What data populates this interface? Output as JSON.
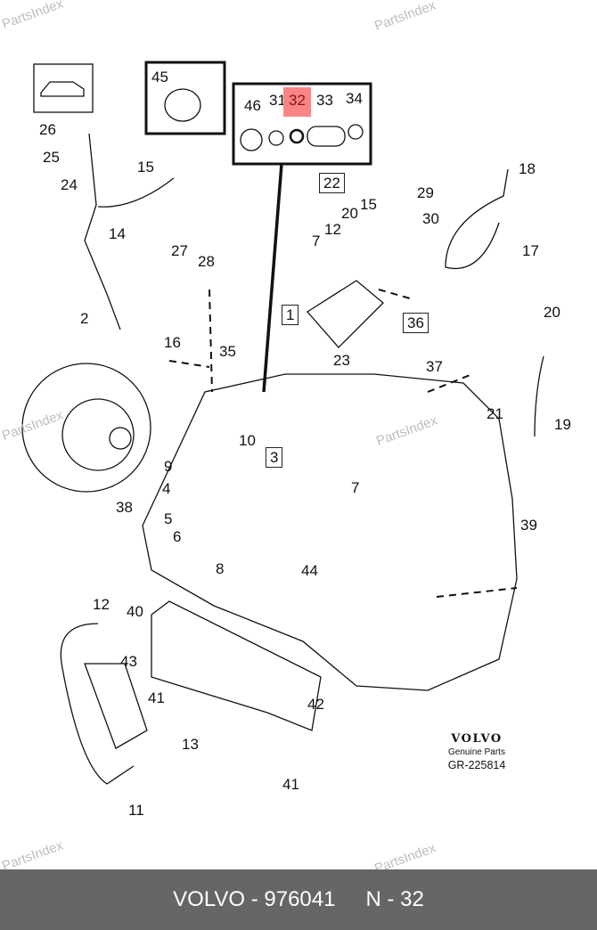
{
  "watermark": "PartsIndex",
  "diagram": {
    "highlighted_callout": "32",
    "highlight_color": "#f98585",
    "inset_car_label": "vehicle-thumbnail",
    "callouts": [
      {
        "id": "c45",
        "text": "45"
      },
      {
        "id": "c46",
        "text": "46"
      },
      {
        "id": "c31",
        "text": "31"
      },
      {
        "id": "c32",
        "text": "32"
      },
      {
        "id": "c33",
        "text": "33"
      },
      {
        "id": "c34",
        "text": "34"
      },
      {
        "id": "c26",
        "text": "26"
      },
      {
        "id": "c25",
        "text": "25"
      },
      {
        "id": "c24",
        "text": "24"
      },
      {
        "id": "c15a",
        "text": "15"
      },
      {
        "id": "c14",
        "text": "14"
      },
      {
        "id": "c22",
        "text": "22"
      },
      {
        "id": "c7a",
        "text": "7"
      },
      {
        "id": "c12a",
        "text": "12"
      },
      {
        "id": "c20a",
        "text": "20"
      },
      {
        "id": "c15b",
        "text": "15"
      },
      {
        "id": "c29",
        "text": "29"
      },
      {
        "id": "c30",
        "text": "30"
      },
      {
        "id": "c18",
        "text": "18"
      },
      {
        "id": "c17",
        "text": "17"
      },
      {
        "id": "c27",
        "text": "27"
      },
      {
        "id": "c28",
        "text": "28"
      },
      {
        "id": "c2",
        "text": "2"
      },
      {
        "id": "c16",
        "text": "16"
      },
      {
        "id": "c1",
        "text": "1"
      },
      {
        "id": "c23",
        "text": "23"
      },
      {
        "id": "c36",
        "text": "36"
      },
      {
        "id": "c37",
        "text": "37"
      },
      {
        "id": "c35",
        "text": "35"
      },
      {
        "id": "c20b",
        "text": "20"
      },
      {
        "id": "c21",
        "text": "21"
      },
      {
        "id": "c19",
        "text": "19"
      },
      {
        "id": "c10",
        "text": "10"
      },
      {
        "id": "c3",
        "text": "3"
      },
      {
        "id": "c9",
        "text": "9"
      },
      {
        "id": "c4",
        "text": "4"
      },
      {
        "id": "c5",
        "text": "5"
      },
      {
        "id": "c6",
        "text": "6"
      },
      {
        "id": "c8",
        "text": "8"
      },
      {
        "id": "c44",
        "text": "44"
      },
      {
        "id": "c7b",
        "text": "7"
      },
      {
        "id": "c38",
        "text": "38"
      },
      {
        "id": "c39",
        "text": "39"
      },
      {
        "id": "c12b",
        "text": "12"
      },
      {
        "id": "c40",
        "text": "40"
      },
      {
        "id": "c43",
        "text": "43"
      },
      {
        "id": "c41a",
        "text": "41"
      },
      {
        "id": "c13",
        "text": "13"
      },
      {
        "id": "c42",
        "text": "42"
      },
      {
        "id": "c41b",
        "text": "41"
      },
      {
        "id": "c11",
        "text": "11"
      }
    ]
  },
  "brand": {
    "logo": "VOLVO",
    "subtitle": "Genuine Parts",
    "ref": "GR-225814"
  },
  "footer": {
    "part": "VOLVO - 976041",
    "position": "N - 32"
  }
}
